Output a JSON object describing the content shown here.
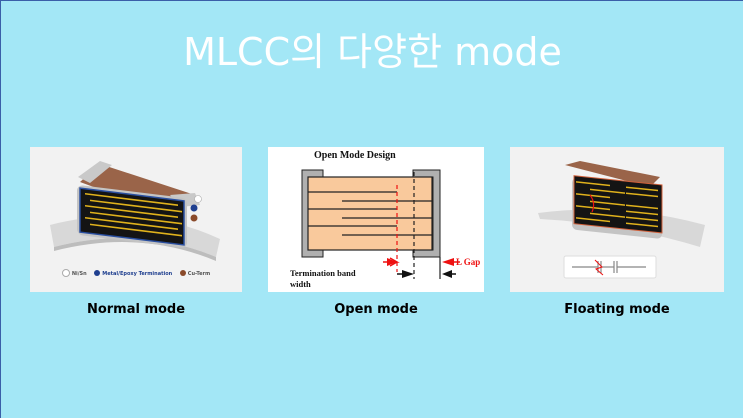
{
  "slide": {
    "title": "MLCC의 다양한 mode",
    "background": "#a3e7f6",
    "panels": [
      {
        "caption": "Normal mode",
        "legend": [
          {
            "num": "1",
            "label": "Ni/Sn",
            "color": "#ffffff"
          },
          {
            "num": "2",
            "label": "Metal/Epoxy Termination",
            "color": "#1f3f8f"
          },
          {
            "num": "3",
            "label": "Cu-Term",
            "color": "#8a4a2a"
          }
        ]
      },
      {
        "caption": "Open mode",
        "diagram": {
          "heading": "Open Mode Design",
          "label_band": "Termination band",
          "label_band2": "width",
          "label_gap": "L Gap"
        }
      },
      {
        "caption": "Floating mode"
      }
    ]
  }
}
